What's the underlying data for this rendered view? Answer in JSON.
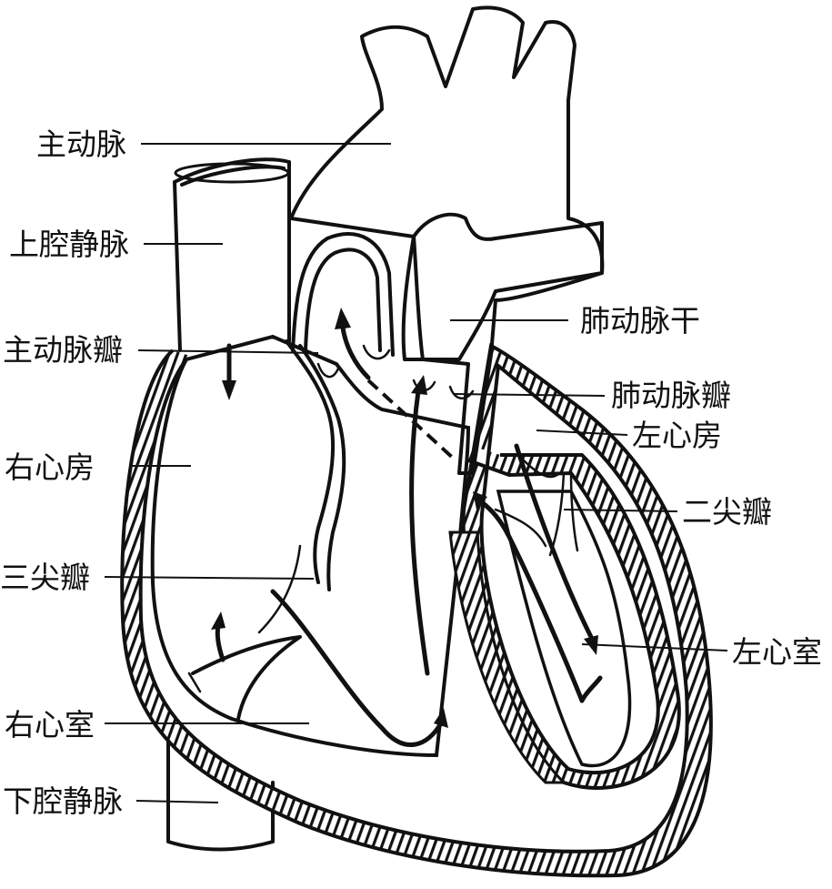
{
  "labels": {
    "aorta": "主动脉",
    "superior_vena_cava": "上腔静脉",
    "aortic_valve": "主动脉瓣",
    "right_atrium": "右心房",
    "tricuspid_valve": "三尖瓣",
    "right_ventricle": "右心室",
    "inferior_vena_cava": "下腔静脉",
    "pulmonary_trunk": "肺动脉干",
    "pulmonary_valve": "肺动脉瓣",
    "left_atrium": "左心房",
    "mitral_valve": "二尖瓣",
    "left_ventricle": "左心室"
  }
}
